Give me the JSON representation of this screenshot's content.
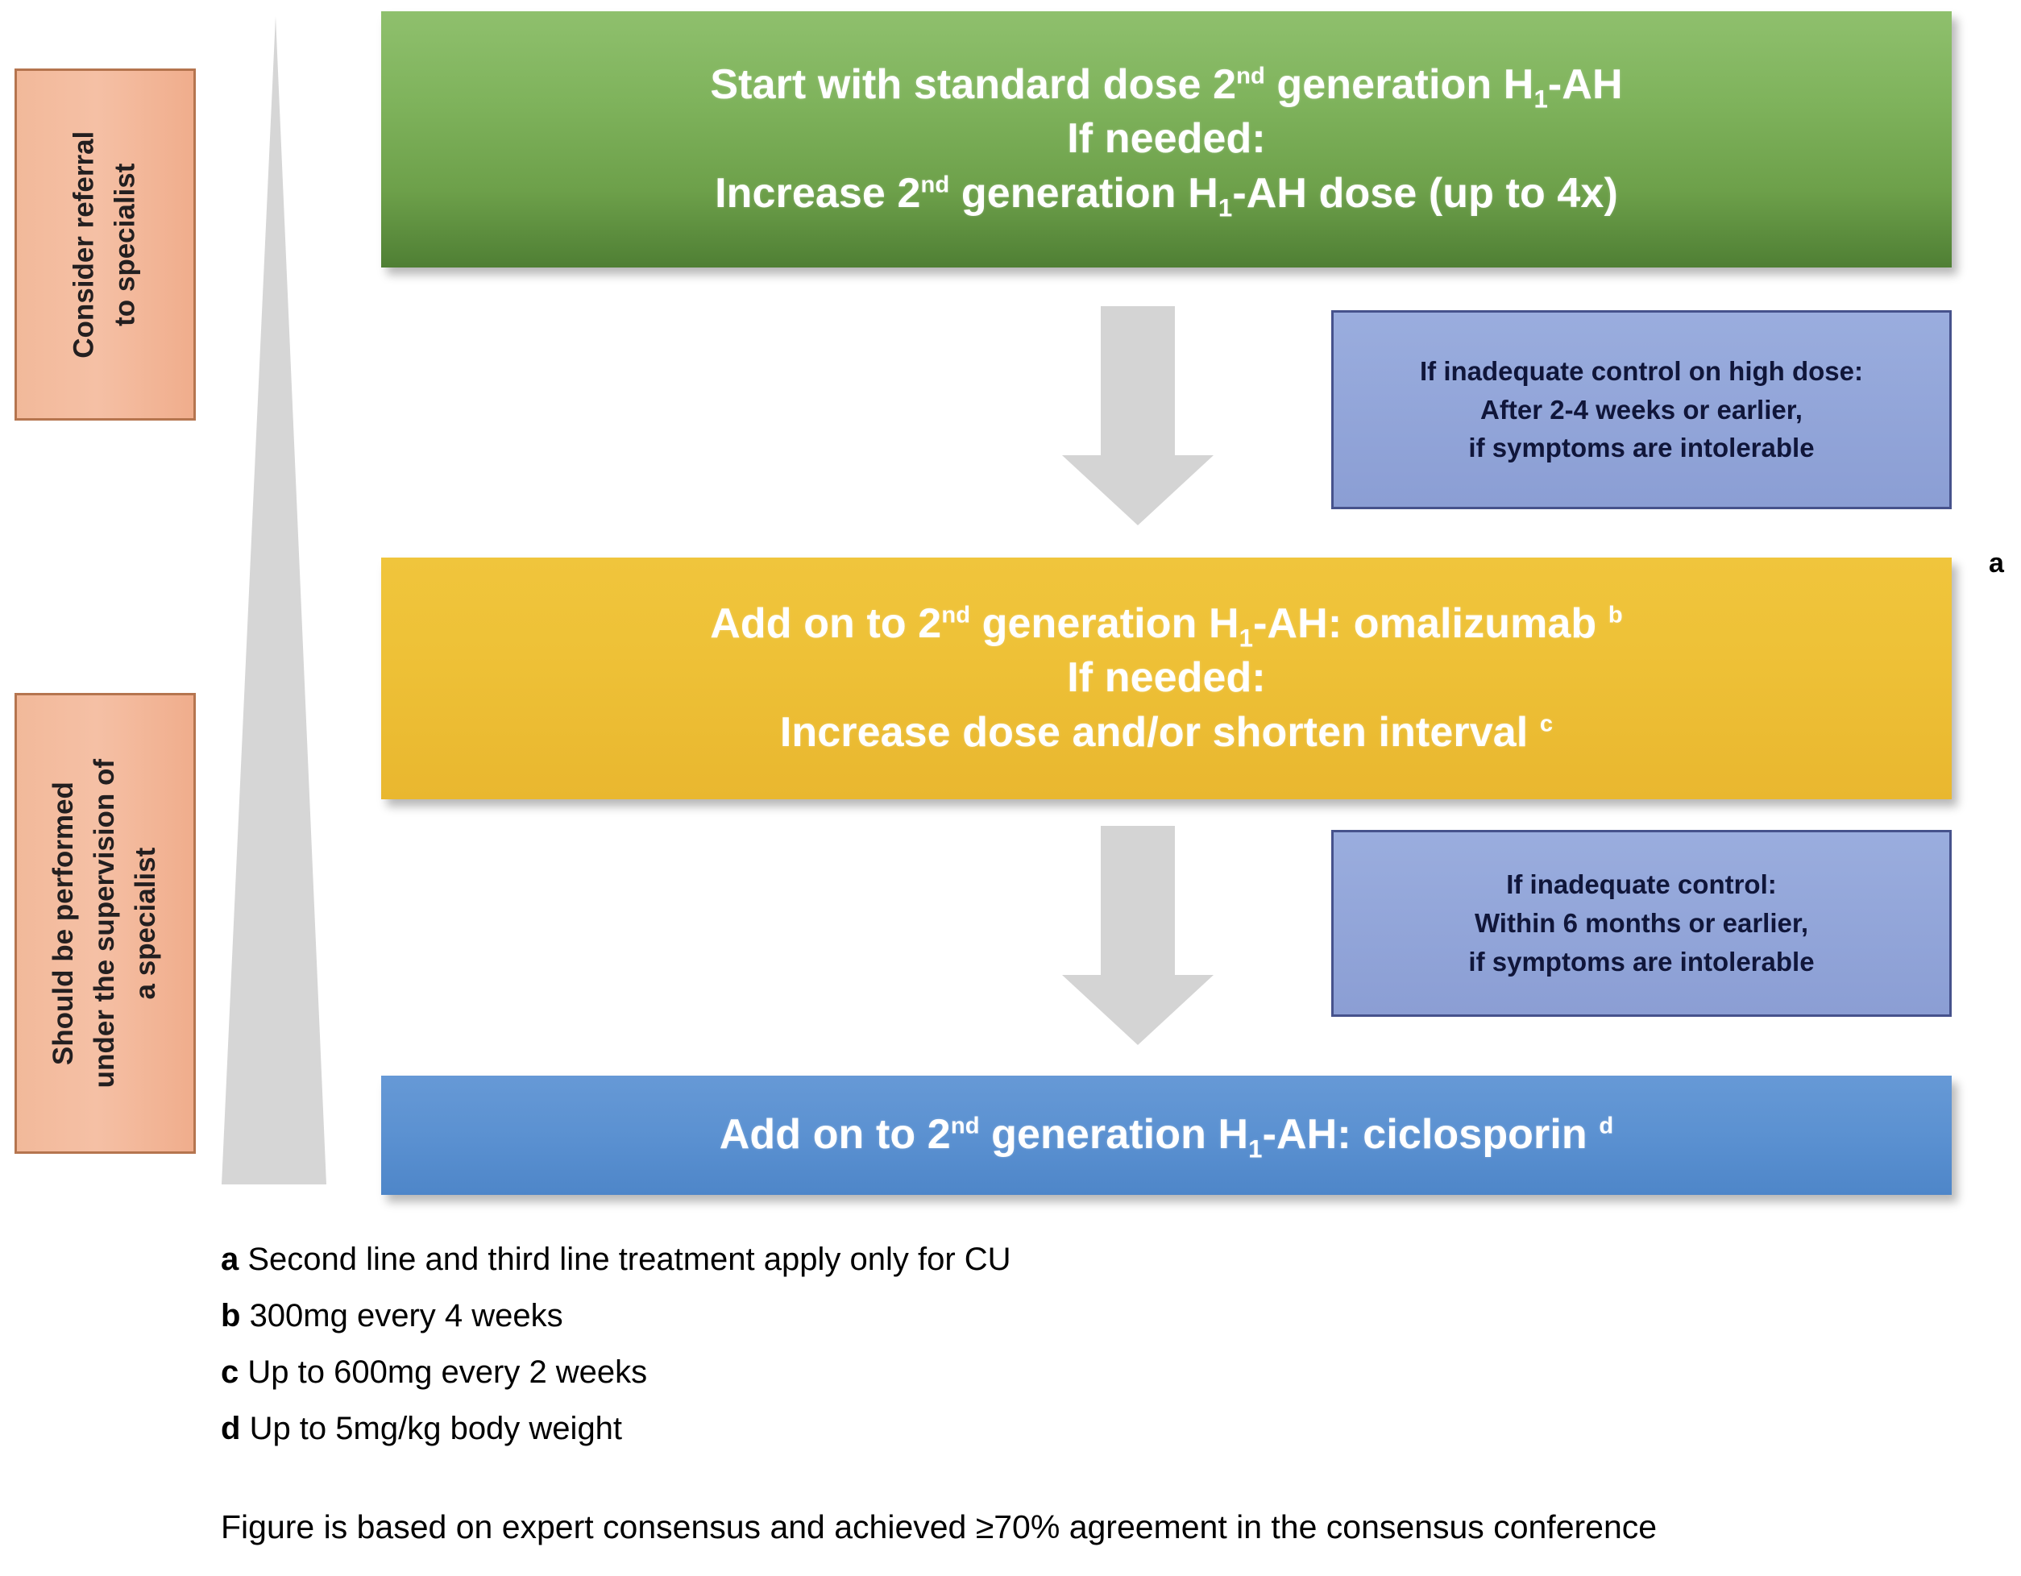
{
  "side_callouts": [
    {
      "name": "consider-referral",
      "text": "Consider referral\nto specialist"
    },
    {
      "name": "specialist-supervision",
      "text": "Should be performed\nunder the supervision of\na specialist"
    }
  ],
  "flow": {
    "green_box": {
      "lines": [
        "Start with standard dose 2nd generation H1-AH",
        "If needed:",
        "Increase 2nd generation H1-AH dose (up to 4x)"
      ],
      "color": "#6da04a"
    },
    "yellow_box": {
      "lines": [
        "Add on to 2nd generation H1-AH: omalizumab b",
        "If needed:",
        "Increase dose and/or shorten interval c"
      ],
      "color": "#eec137"
    },
    "blue_box": {
      "lines": [
        "Add on to 2nd generation H1-AH: ciclosporin d"
      ],
      "color": "#5b91d1"
    }
  },
  "notes": [
    {
      "name": "note-inadequate-high-dose",
      "lines": [
        "If inadequate control on high dose:",
        "After  2-4 weeks or earlier,",
        "if symptoms are intolerable"
      ]
    },
    {
      "name": "note-inadequate-control",
      "lines": [
        "If inadequate control:",
        "Within 6 months or earlier,",
        "if symptoms are intolerable"
      ]
    }
  ],
  "marker_a": "a",
  "footnotes": [
    {
      "key": "a",
      "text": "Second line and third line treatment apply only for CU"
    },
    {
      "key": "b",
      "text": "300mg every 4 weeks"
    },
    {
      "key": "c",
      "text": "Up to 600mg every 2 weeks"
    },
    {
      "key": "d",
      "text": "Up to 5mg/kg body weight"
    }
  ],
  "consensus_note": "Figure is based on expert consensus and achieved ≥70% agreement in the consensus conference",
  "colors": {
    "pink_fill": "#f2b99a",
    "pink_border": "#b5754f",
    "green": "#6da04a",
    "yellow": "#eec137",
    "blue": "#5b91d1",
    "note_fill": "#94a7da",
    "note_border": "#46528c",
    "arrow_gray": "#d4d4d4",
    "pyramid_gray": "#d6d6d6"
  }
}
